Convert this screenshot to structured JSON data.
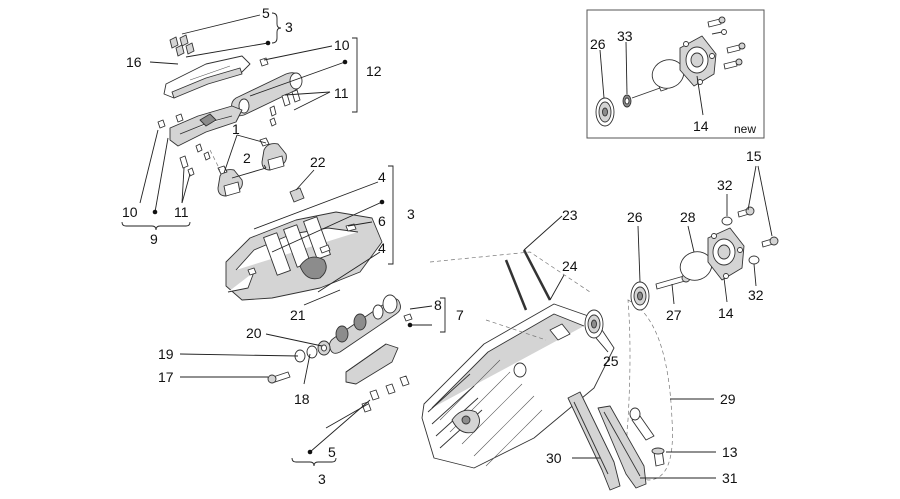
{
  "inset": {
    "caption": "new"
  },
  "labels": [
    {
      "id": "l5a",
      "text": "5"
    },
    {
      "id": "l3a",
      "text": "3"
    },
    {
      "id": "l16",
      "text": "16"
    },
    {
      "id": "l10a",
      "text": "10"
    },
    {
      "id": "l12",
      "text": "12"
    },
    {
      "id": "l11a",
      "text": "11"
    },
    {
      "id": "l1",
      "text": "1"
    },
    {
      "id": "l2",
      "text": "2"
    },
    {
      "id": "l22",
      "text": "22"
    },
    {
      "id": "l4a",
      "text": "4"
    },
    {
      "id": "l3b",
      "text": "3"
    },
    {
      "id": "l6",
      "text": "6"
    },
    {
      "id": "l4b",
      "text": "4"
    },
    {
      "id": "l10b",
      "text": "10"
    },
    {
      "id": "l11b",
      "text": "11"
    },
    {
      "id": "l9",
      "text": "9"
    },
    {
      "id": "l21",
      "text": "21"
    },
    {
      "id": "l8",
      "text": "8"
    },
    {
      "id": "l7",
      "text": "7"
    },
    {
      "id": "l20",
      "text": "20"
    },
    {
      "id": "l19",
      "text": "19"
    },
    {
      "id": "l17",
      "text": "17"
    },
    {
      "id": "l18",
      "text": "18"
    },
    {
      "id": "l5b",
      "text": "5"
    },
    {
      "id": "l3c",
      "text": "3"
    },
    {
      "id": "l23",
      "text": "23"
    },
    {
      "id": "l24",
      "text": "24"
    },
    {
      "id": "l26b",
      "text": "26"
    },
    {
      "id": "l28",
      "text": "28"
    },
    {
      "id": "l25",
      "text": "25"
    },
    {
      "id": "l27",
      "text": "27"
    },
    {
      "id": "l14b",
      "text": "14"
    },
    {
      "id": "l29",
      "text": "29"
    },
    {
      "id": "l13",
      "text": "13"
    },
    {
      "id": "l30",
      "text": "30"
    },
    {
      "id": "l31",
      "text": "31"
    },
    {
      "id": "l15",
      "text": "15"
    },
    {
      "id": "l32a",
      "text": "32"
    },
    {
      "id": "l32b",
      "text": "32"
    },
    {
      "id": "l26a",
      "text": "26"
    },
    {
      "id": "l33",
      "text": "33"
    },
    {
      "id": "l14a",
      "text": "14"
    }
  ]
}
